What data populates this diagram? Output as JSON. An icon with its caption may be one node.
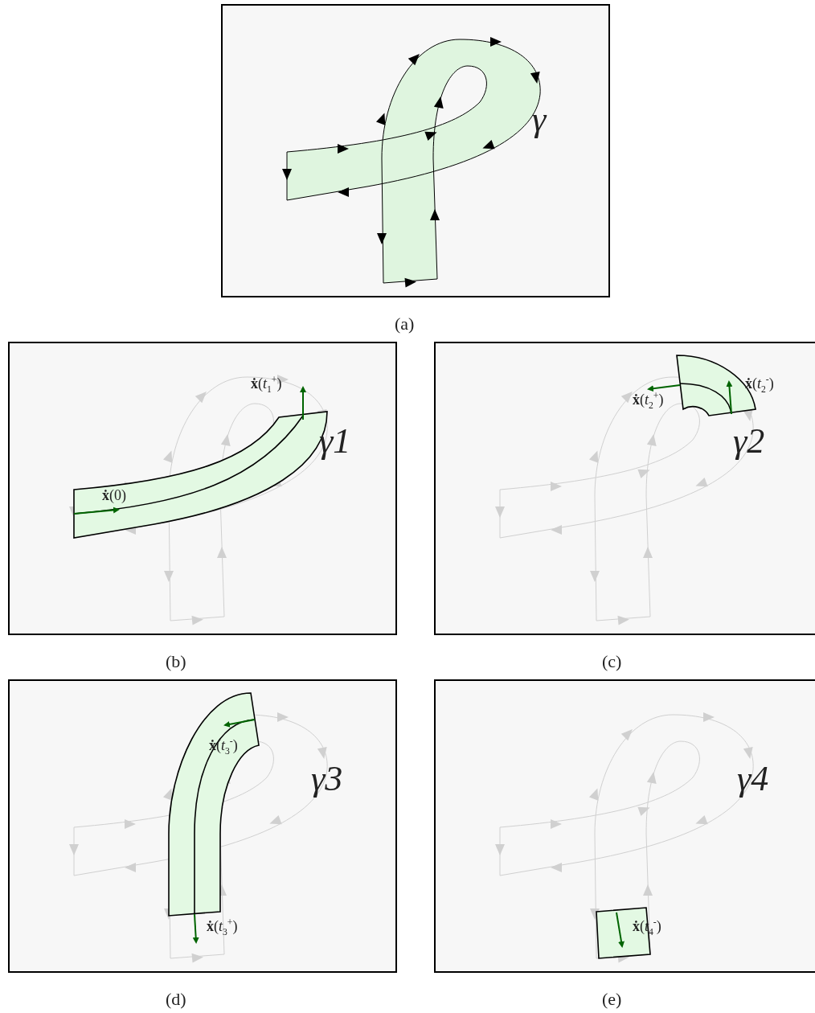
{
  "diagram": {
    "labels": [
      "γ",
      "(a)",
      "**ẋ**(*t*$_{1}$$^{+}$)",
      "γ1",
      "**ẋ**(0)",
      "(b)",
      "**ẋ**(*t*$_{2}$$^{-}$)",
      "**ẋ**(*t*$_{2}$$^{+}$)",
      "γ2",
      "(c)",
      "**ẋ**(*t*$_{3}$$^{-}$)",
      "γ3",
      "**ẋ**(*t*$_{3}$$^{+}$)",
      "(d)",
      "γ4",
      "**ẋ**(*t*$_{4}$$^{-}$)",
      "(e)"
    ]
  }
}
